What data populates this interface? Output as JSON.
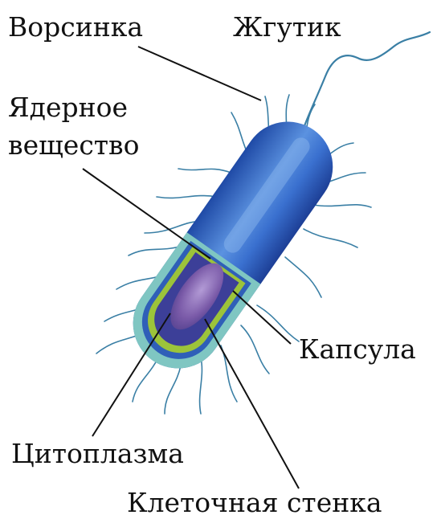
{
  "labels": {
    "pili": "Ворсинка",
    "flagellum": "Жгутик",
    "nucleoid_line1": "Ядерное",
    "nucleoid_line2": "вещество",
    "capsule": "Капсула",
    "cytoplasm": "Цитоплазма",
    "cell_wall": "Клеточная стенка"
  },
  "colors": {
    "capsule_outer": "#2f63c2",
    "capsule_inner": "#5b92e0",
    "cut_edge": "#7fc6c2",
    "cell_wall_ring": "#9cc33a",
    "cytoplasm": "#3c3f98",
    "nucleoid": "#7a5aa8",
    "hair": "#3a7fa5",
    "text": "#111111"
  }
}
